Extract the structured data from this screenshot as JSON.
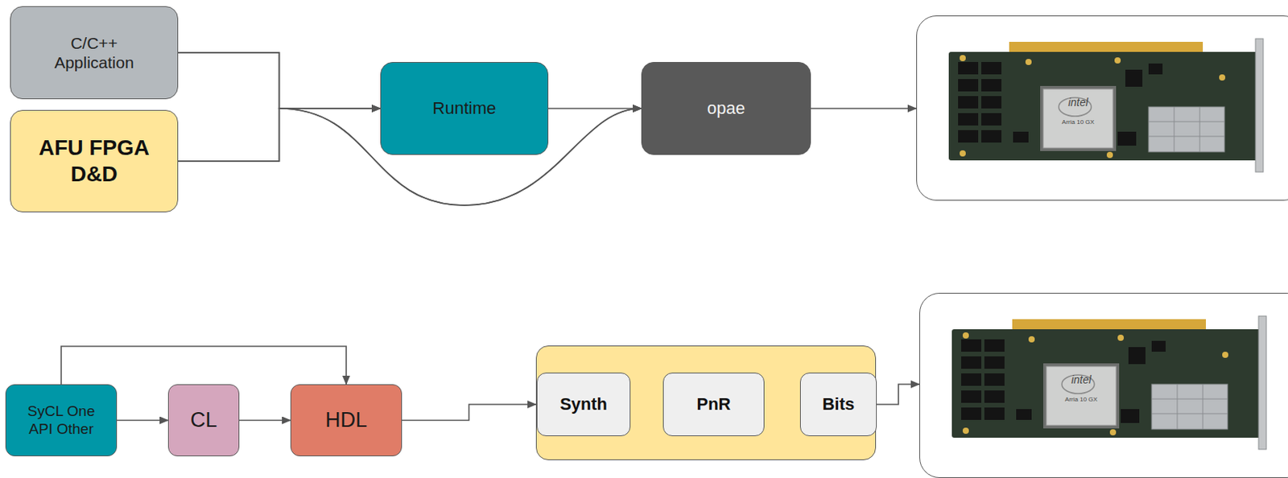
{
  "diagram": {
    "nodes": [
      {
        "text": [
          "C/C++ Application"
        ]
      },
      {
        "text": [
          "AFU FPGA D&D"
        ]
      },
      {
        "text": [
          "Runtime"
        ]
      },
      {
        "text": [
          "opae"
        ]
      },
      {
        "text": [
          "intel",
          "Arria 10 GX"
        ]
      },
      {
        "text": [
          "SyCL One API Other"
        ]
      },
      {
        "text": [
          "CL"
        ]
      },
      {
        "text": [
          "HDL"
        ]
      },
      {
        "text": []
      },
      {
        "text": [
          "Synth"
        ],
        "in": 8
      },
      {
        "text": [
          "PnR"
        ],
        "in": 8
      },
      {
        "text": [
          "Bits"
        ],
        "in": 8
      },
      {
        "text": [
          "intel",
          "Arria 10 GX"
        ]
      }
    ],
    "edges": [
      {
        "from": 0,
        "to": 2,
        "arrow": "to"
      },
      {
        "from": 1,
        "to": 2,
        "arrow": "to"
      },
      {
        "from": 0,
        "to": 3,
        "arrow": "to"
      },
      {
        "from": 1,
        "to": 3,
        "arrow": "to"
      },
      {
        "from": 2,
        "to": 3,
        "arrow": "to"
      },
      {
        "from": 3,
        "to": 4,
        "arrow": "to"
      },
      {
        "from": 5,
        "to": 6,
        "arrow": "to"
      },
      {
        "from": 6,
        "to": 7,
        "arrow": "to"
      },
      {
        "from": 5,
        "to": 7,
        "arrow": "to"
      },
      {
        "from": 7,
        "to": 8,
        "arrow": "to"
      },
      {
        "from": 9,
        "to": 10,
        "arrow": "to"
      },
      {
        "from": 10,
        "to": 11,
        "arrow": "to"
      },
      {
        "from": 11,
        "to": 12,
        "arrow": "to"
      }
    ]
  }
}
